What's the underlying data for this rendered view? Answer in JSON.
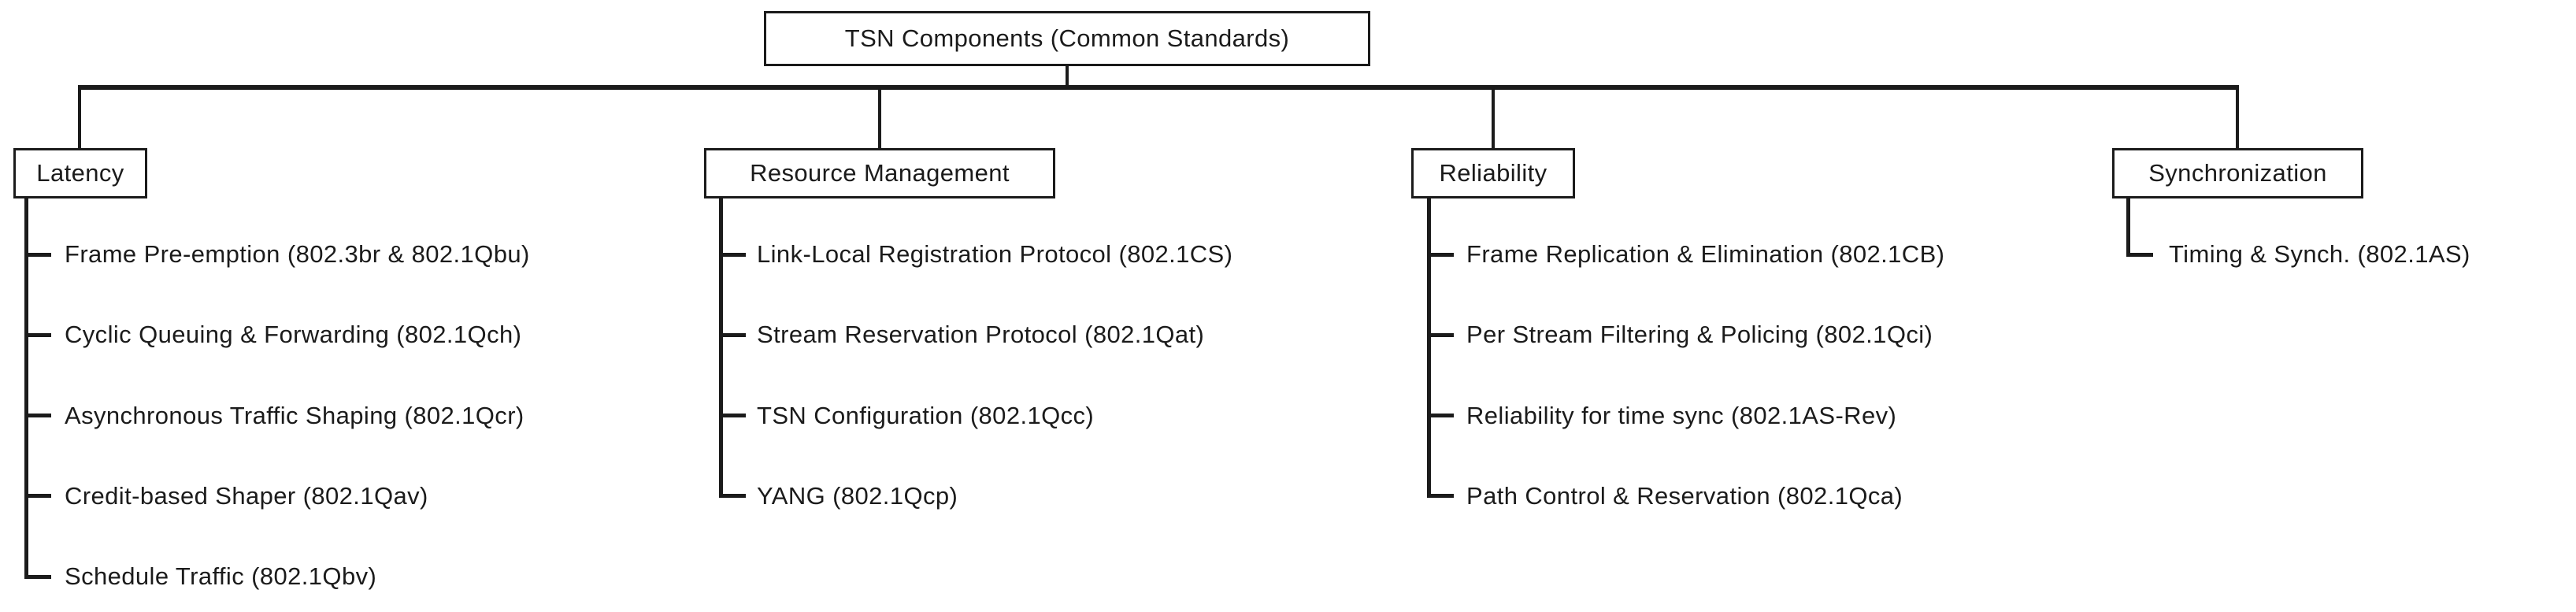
{
  "colors": {
    "ink": "#1b1b1b",
    "background": "#ffffff"
  },
  "root": {
    "label": "TSN Components (Common Standards)"
  },
  "branches": [
    {
      "label": "Latency",
      "items": [
        "Frame Pre-emption (802.3br & 802.1Qbu)",
        "Cyclic Queuing & Forwarding (802.1Qch)",
        "Asynchronous Traffic Shaping (802.1Qcr)",
        "Credit-based Shaper (802.1Qav)",
        "Schedule Traffic (802.1Qbv)"
      ]
    },
    {
      "label": "Resource Management",
      "items": [
        "Link-Local Registration Protocol (802.1CS)",
        "Stream Reservation Protocol (802.1Qat)",
        "TSN Configuration (802.1Qcc)",
        "YANG (802.1Qcp)"
      ]
    },
    {
      "label": "Reliability",
      "items": [
        "Frame Replication & Elimination (802.1CB)",
        "Per Stream Filtering & Policing (802.1Qci)",
        "Reliability for time sync (802.1AS-Rev)",
        "Path Control & Reservation (802.1Qca)"
      ]
    },
    {
      "label": "Synchronization",
      "items": [
        "Timing & Synch. (802.1AS)"
      ]
    }
  ]
}
